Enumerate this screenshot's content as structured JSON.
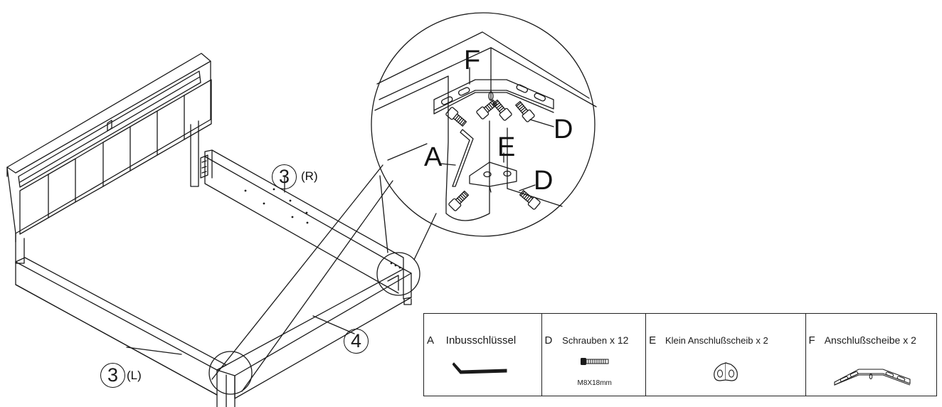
{
  "diagram": {
    "labels": {
      "F": "F",
      "D_upper": "D",
      "E": "E",
      "A": "A",
      "D_lower": "D",
      "rail_right_number": "3",
      "rail_right_side": "(R)",
      "rail_left_number": "3",
      "rail_left_side": "(L)",
      "footboard_number": "4"
    }
  },
  "parts": [
    {
      "code": "A",
      "name": "Inbusschlüssel",
      "qty": "",
      "spec": "",
      "icon": "allen-key-icon"
    },
    {
      "code": "D",
      "name": "Schrauben",
      "qty": "x 12",
      "spec": "M8X18mm",
      "icon": "screw-icon"
    },
    {
      "code": "E",
      "name": "Klein Anschlußscheib",
      "qty": "x 2",
      "spec": "",
      "icon": "small-bracket-icon"
    },
    {
      "code": "F",
      "name": "Anschlußscheibe",
      "qty": "x 2",
      "spec": "",
      "icon": "corner-bracket-icon"
    }
  ],
  "colors": {
    "line": "#1a1a1a",
    "background": "#ffffff"
  }
}
